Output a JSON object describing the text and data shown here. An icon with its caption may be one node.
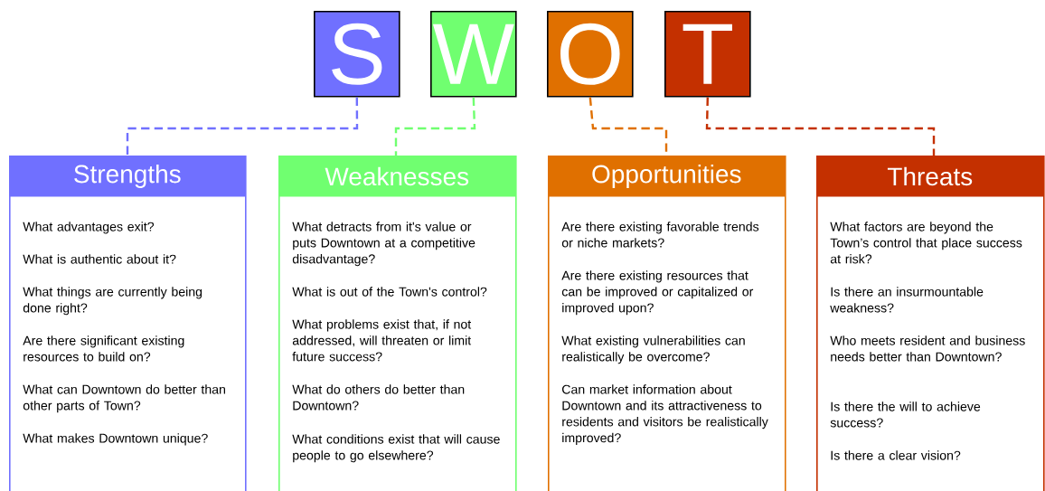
{
  "diagram": {
    "nodes": [
      {
        "text": [
          "S"
        ]
      },
      {
        "text": [
          "W"
        ]
      },
      {
        "text": [
          "O"
        ]
      },
      {
        "text": [
          "T"
        ]
      },
      {
        "text": [
          "Strengths",
          "What advantages exit?",
          "What is authentic about it?",
          "What things are currently being done right?",
          "Are there significant existing resources to build on?",
          "What can Downtown do better than other parts of Town?",
          "What makes Downtown unique?"
        ]
      },
      {
        "text": [
          "Weaknesses",
          "What detracts from it's value or puts Downtown at a competitive disadvantage?",
          "What is out of the Town's control?",
          "What problems exist that, if not addressed, will threaten or limit future success?",
          "What do others do better than Downtown?",
          "What conditions exist that will cause people to go elsewhere?"
        ]
      },
      {
        "text": [
          "Opportunities",
          "Are there existing favorable trends or niche markets?",
          "Are there existing resources that can be improved or capitalized or improved upon?",
          "What existing vulnerabilities can realistically be overcome?",
          "Can market information about Downtown and its attractiveness to residents and visitors be realistically improved?"
        ]
      },
      {
        "text": [
          "Threats",
          "What factors are beyond the Town’s control that place success at risk?",
          "Is there an insurmountable weakness?",
          "Who meets resident and business needs better than Downtown?",
          "Is there the will to achieve success?",
          "Is there a clear vision?"
        ]
      }
    ],
    "edges": [
      {
        "from": 0,
        "to": 4,
        "arrow": "none",
        "style": "dashed",
        "color": "#7070ff"
      },
      {
        "from": 1,
        "to": 5,
        "arrow": "none",
        "style": "dashed",
        "color": "#70ff70"
      },
      {
        "from": 2,
        "to": 6,
        "arrow": "none",
        "style": "dashed",
        "color": "#e07000"
      },
      {
        "from": 3,
        "to": 7,
        "arrow": "none",
        "style": "dashed",
        "color": "#c43000"
      }
    ]
  }
}
